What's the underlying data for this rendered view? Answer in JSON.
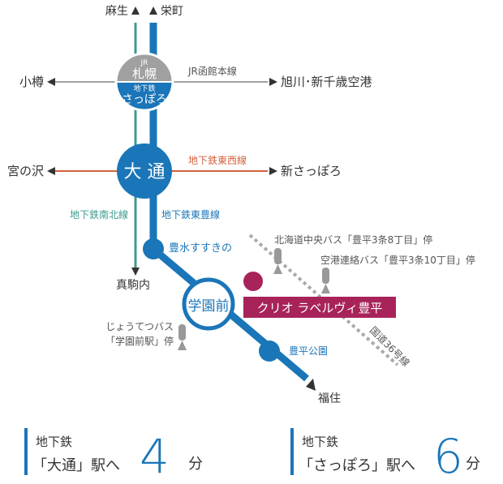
{
  "map": {
    "directions": {
      "azabu": "麻生",
      "sakaemachi": "栄町",
      "otaru": "小樽",
      "asahikawa": "旭川･新千歳空港",
      "miyanosawa": "宮の沢",
      "shin_sapporo": "新さっぽろ",
      "makomanai": "真駒内",
      "fukuzumi": "福住"
    },
    "lines": {
      "jr_hakodate": "JR函館本線",
      "tozai": "地下鉄東西線",
      "namboku": "地下鉄南北線",
      "toho": "地下鉄東豊線",
      "route36": "国道36号線"
    },
    "stations": {
      "sapporo_jr_tag": "JR",
      "sapporo_jr_name": "札幌",
      "sapporo_sub_tag": "地下鉄",
      "sapporo_sub_name": "さっぽろ",
      "odori": "大 通",
      "hosui_susukino": "豊水すすきの",
      "gakuenmae": "学園前",
      "toyohira_koen": "豊平公園"
    },
    "bus_stops": {
      "hokkaido_chuo": "北海道中央バス「豊平3条8丁目」停",
      "airport": "空港連絡バス「豊平3条10丁目」停",
      "jotetsu_line1": "じょうてつバス",
      "jotetsu_line2": "「学園前駅」停"
    },
    "property": "クリオ ラベルヴィ豊平",
    "colors": {
      "toho_blue": "#1a76b8",
      "namboku_green": "#3c9a8c",
      "tozai_orange": "#d2623e",
      "jr_gray": "#a0a0a0",
      "property_magenta": "#a8235a",
      "text_dark": "#333333"
    }
  },
  "access": [
    {
      "prefix": "地下鉄",
      "station_phrase": "「大通」駅へ",
      "minutes": "4",
      "unit": "分"
    },
    {
      "prefix": "地下鉄",
      "station_phrase": "「さっぽろ」駅へ",
      "minutes": "6",
      "unit": "分"
    }
  ]
}
